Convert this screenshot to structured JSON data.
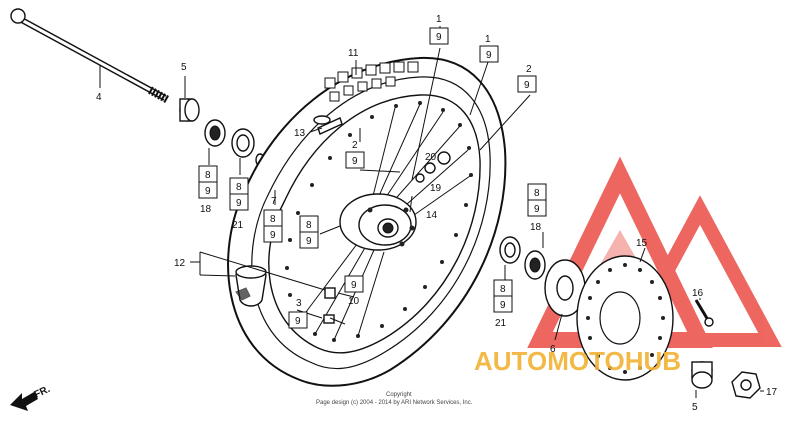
{
  "callouts": {
    "c1a": "1",
    "c1b": "1",
    "c2a": "2",
    "c2b": "2",
    "c3": "3",
    "c4": "4",
    "c5a": "5",
    "c5b": "5",
    "c6": "6",
    "c7": "7",
    "c10": "10",
    "c11": "11",
    "c12": "12",
    "c13": "13",
    "c14": "14",
    "c15": "15",
    "c16": "16",
    "c17": "17",
    "c18a": "18",
    "c18b": "18",
    "c19": "19",
    "c20": "20",
    "c21a": "21",
    "c21b": "21"
  },
  "boxes": {
    "b9_1a": "9",
    "b9_1b": "9",
    "b9_2a": "9",
    "b9_2b": "9",
    "b8_18a": "8",
    "b9_18a": "9",
    "b8_21a": "8",
    "b9_21a": "9",
    "b8_7": "8",
    "b9_7": "9",
    "b8_hub": "8",
    "b9_hub": "9",
    "b9_10": "9",
    "b9_3": "9",
    "b8_18b": "8",
    "b9_18b": "9",
    "b8_21b": "8",
    "b9_21b": "9"
  },
  "direction_label": "FR.",
  "copyright": {
    "line1": "Copyright",
    "line2": "Page design (c) 2004 - 2014 by ARI Network Services, Inc."
  },
  "watermark": {
    "text": "AUTOMOTOHUB",
    "color": "#e8342c",
    "accent": "#f2b233"
  },
  "icons": {
    "direction_arrow": "arrow-left-icon",
    "watermark_logo": "triangle-logo-icon"
  }
}
